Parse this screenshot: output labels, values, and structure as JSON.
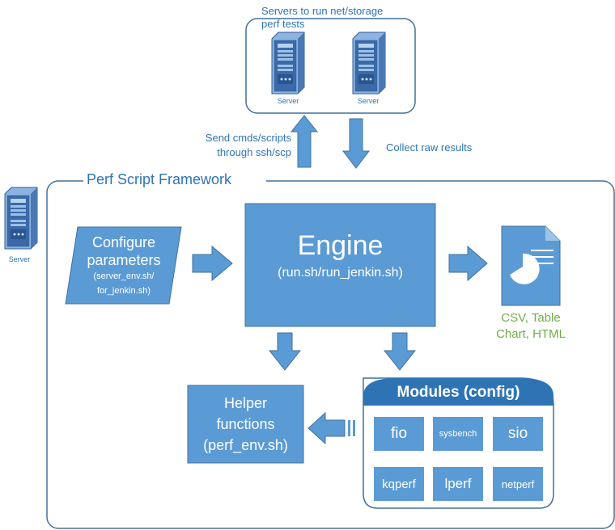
{
  "servers_group": {
    "title_line1": "Servers to run net/storage",
    "title_line2": "perf tests",
    "server1_label": "Server",
    "server2_label": "Server"
  },
  "arrows": {
    "send_line1": "Send cmds/scripts",
    "send_line2": "through ssh/scp",
    "collect": "Collect raw results"
  },
  "client_server_label": "Server",
  "framework": {
    "title": "Perf Script Framework",
    "configure": {
      "line1": "Configure",
      "line2": "parameters",
      "line3": "(server_env.sh/",
      "line4": "for_jenkin.sh)"
    },
    "engine": {
      "title": "Engine",
      "subtitle": "(run.sh/run_jenkin.sh)"
    },
    "output": {
      "line1": "CSV, Table",
      "line2": "Chart, HTML"
    },
    "helper": {
      "line1": "Helper",
      "line2": "functions",
      "line3": "(perf_env.sh)"
    },
    "modules": {
      "title": "Modules (config)",
      "items": [
        "fio",
        "sysbench",
        "sio",
        "kqperf",
        "lperf",
        "netperf"
      ]
    }
  },
  "colors": {
    "accent": "#5b9bd5",
    "dark_blue": "#2e74b5",
    "border": "#41719c",
    "green": "#70ad47"
  },
  "icons": [
    "server-icon",
    "document-chart-icon",
    "arrow-right-icon",
    "arrow-down-icon",
    "arrow-up-icon",
    "arrow-left-icon"
  ]
}
